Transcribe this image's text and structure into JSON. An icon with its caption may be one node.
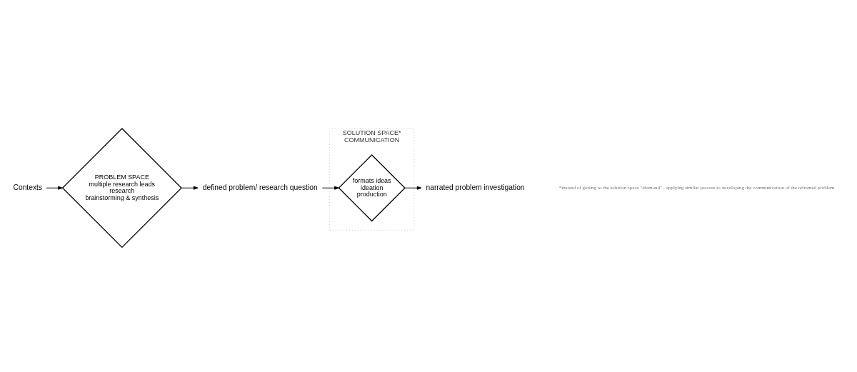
{
  "diagram": {
    "nodes": [
      {
        "text": [
          "Contexts"
        ]
      },
      {
        "text": [
          "PROBLEM SPACE",
          "multiple research leads",
          "research",
          "brainstorming & synthesis"
        ]
      },
      {
        "text": [
          "defined problem/ research question"
        ]
      },
      {
        "text": [
          "SOLUTION SPACE*",
          "COMMUNICATION"
        ]
      },
      {
        "text": [
          "formats ideas",
          "ideation",
          "production"
        ],
        "in": 3
      },
      {
        "text": [
          "narrated problem investigation"
        ]
      }
    ],
    "edges": [
      {
        "from": 0,
        "to": 1,
        "arrow": "to"
      },
      {
        "from": 1,
        "to": 2,
        "arrow": "to"
      },
      {
        "from": 2,
        "to": 4,
        "arrow": "to"
      },
      {
        "from": 4,
        "to": 5,
        "arrow": "to"
      }
    ],
    "labels": [
      "*instead of getting to the solution space \"diamond\" - applying similar process to developing the communication of the reframed problem"
    ]
  }
}
